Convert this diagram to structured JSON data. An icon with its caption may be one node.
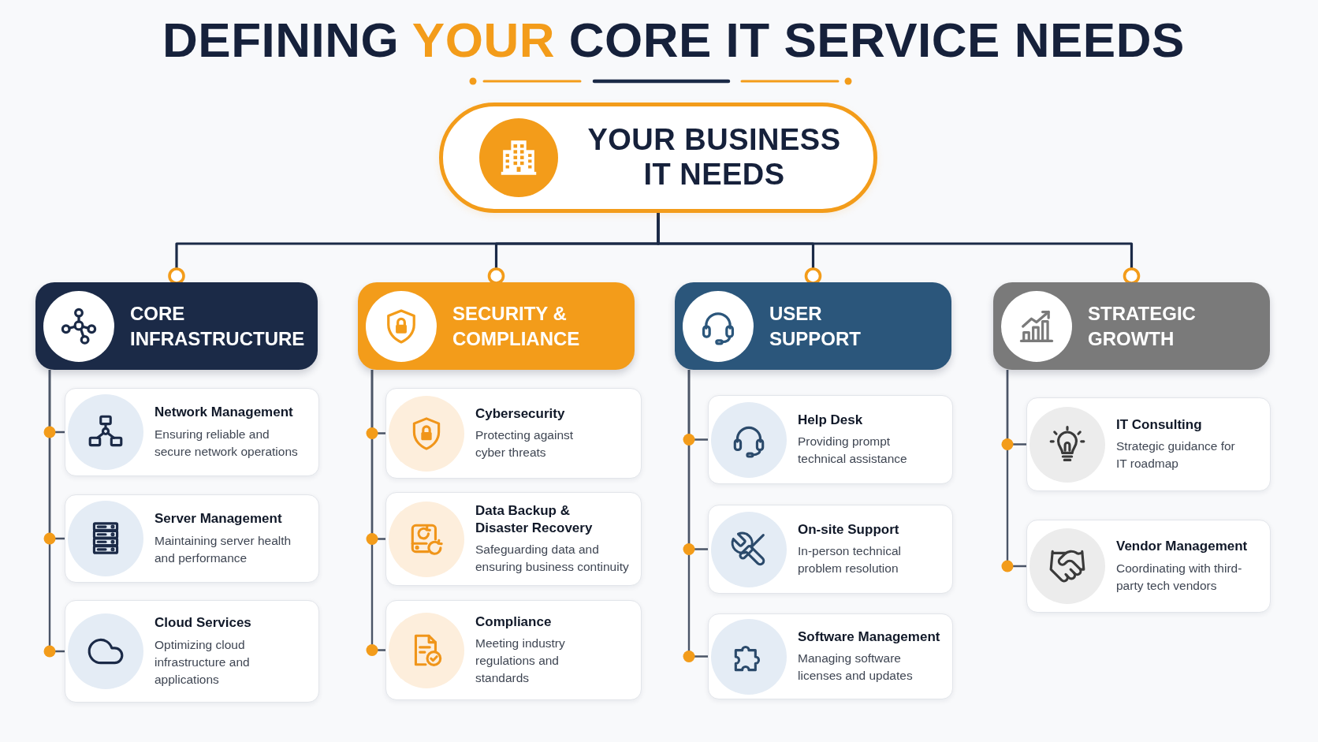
{
  "diagram": {
    "title": "DEFINING **YOUR** CORE IT SERVICE NEEDS",
    "nodes": [
      {
        "text": [
          "YOUR BUSINESS IT NEEDS"
        ]
      },
      {
        "text": [
          "CORE INFRASTRUCTURE"
        ]
      },
      {
        "text": [
          "SECURITY & COMPLIANCE"
        ]
      },
      {
        "text": [
          "USER SUPPORT"
        ]
      },
      {
        "text": [
          "STRATEGIC GROWTH"
        ]
      },
      {
        "text": [
          "Network Management",
          "Ensuring reliable and secure network operations"
        ]
      },
      {
        "text": [
          "Server Management",
          "Maintaining server health and performance"
        ]
      },
      {
        "text": [
          "Cloud Services",
          "Optimizing cloud infrastructure and applications"
        ]
      },
      {
        "text": [
          "Cybersecurity",
          "Protecting against cyber threats"
        ]
      },
      {
        "text": [
          "Data Backup & Disaster Recovery",
          "Safeguarding data and ensuring business continuity"
        ]
      },
      {
        "text": [
          "Compliance",
          "Meeting industry regulations and standards"
        ]
      },
      {
        "text": [
          "Help Desk",
          "Providing prompt technical assistance"
        ]
      },
      {
        "text": [
          "On-site Support",
          "In-person technical problem resolution"
        ]
      },
      {
        "text": [
          "Software Management",
          "Managing software licenses and updates"
        ]
      },
      {
        "text": [
          "IT Consulting",
          "Strategic guidance for IT roadmap"
        ]
      },
      {
        "text": [
          "Vendor Management",
          "Coordinating with third-party tech vendors"
        ]
      }
    ],
    "edges": [
      {
        "from": 0,
        "to": 1,
        "arrow": "other"
      },
      {
        "from": 0,
        "to": 2,
        "arrow": "other"
      },
      {
        "from": 0,
        "to": 3,
        "arrow": "other"
      },
      {
        "from": 0,
        "to": 4,
        "arrow": "other"
      },
      {
        "from": 1,
        "to": 5,
        "arrow": "none"
      },
      {
        "from": 1,
        "to": 6,
        "arrow": "none"
      },
      {
        "from": 1,
        "to": 7,
        "arrow": "none"
      },
      {
        "from": 2,
        "to": 8,
        "arrow": "none"
      },
      {
        "from": 2,
        "to": 9,
        "arrow": "none"
      },
      {
        "from": 2,
        "to": 10,
        "arrow": "none"
      },
      {
        "from": 3,
        "to": 11,
        "arrow": "none"
      },
      {
        "from": 3,
        "to": 12,
        "arrow": "none"
      },
      {
        "from": 3,
        "to": 13,
        "arrow": "none"
      },
      {
        "from": 4,
        "to": 14,
        "arrow": "none"
      },
      {
        "from": 4,
        "to": 15,
        "arrow": "none"
      }
    ]
  }
}
